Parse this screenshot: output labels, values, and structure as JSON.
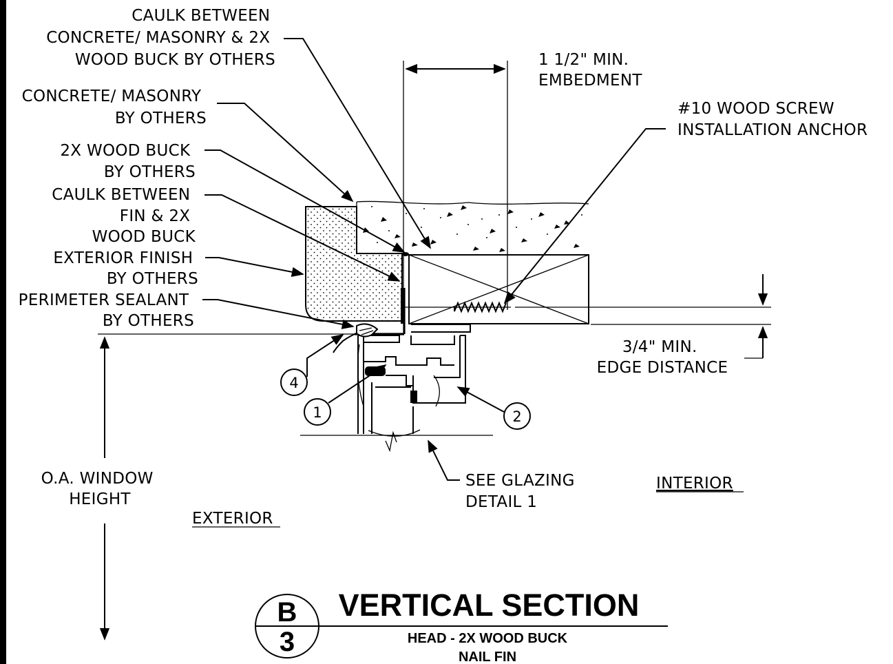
{
  "labels": {
    "caulk_concrete": [
      "CAULK BETWEEN",
      "CONCRETE/ MASONRY & 2X",
      "WOOD BUCK BY OTHERS"
    ],
    "embedment": [
      "1 1/2\" MIN.",
      "EMBEDMENT"
    ],
    "concrete": [
      "CONCRETE/ MASONRY",
      "BY OTHERS"
    ],
    "screw": [
      "#10 WOOD SCREW",
      "INSTALLATION ANCHOR"
    ],
    "wood_buck": [
      "2X WOOD BUCK",
      "BY OTHERS"
    ],
    "caulk_fin": [
      "CAULK BETWEEN",
      "FIN & 2X",
      "WOOD BUCK"
    ],
    "exterior_finish": [
      "EXTERIOR FINISH",
      "BY OTHERS"
    ],
    "sealant": [
      "PERIMETER SEALANT",
      "BY OTHERS"
    ],
    "edge_distance": [
      "3/4\" MIN.",
      "EDGE DISTANCE"
    ],
    "window_height": [
      "O.A. WINDOW",
      "HEIGHT"
    ],
    "glazing": [
      "SEE GLAZING",
      "DETAIL 1"
    ],
    "interior": "INTERIOR",
    "exterior": "EXTERIOR"
  },
  "callouts": {
    "c1": "1",
    "c2": "2",
    "c4": "4"
  },
  "title_block": {
    "letter": "B",
    "number": "3",
    "title": "VERTICAL SECTION",
    "subtitle_1": "HEAD - 2X WOOD BUCK",
    "subtitle_2": "NAIL FIN"
  }
}
